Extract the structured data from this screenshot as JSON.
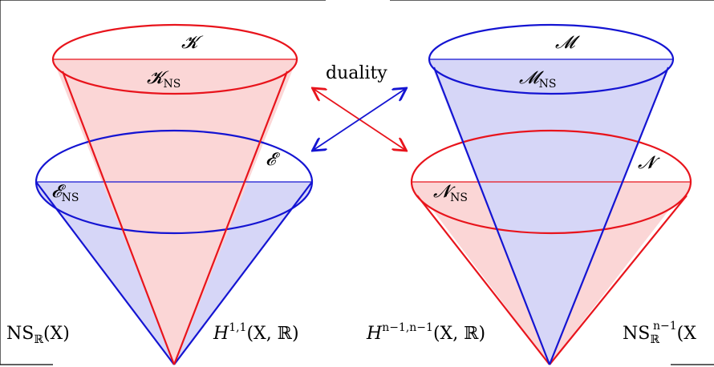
{
  "diagram": {
    "duality_label": "duality",
    "left": {
      "outer_cone_label": "𝓔",
      "outer_cone_sub_label_main": "𝓔",
      "outer_cone_sub_label_sub": "NS",
      "inner_cone_label": "𝓚",
      "inner_cone_sub_label_main": "𝓚",
      "inner_cone_sub_label_sub": "NS",
      "space_left_main": "NS",
      "space_left_sub": "ℝ",
      "space_left_tail": "(X)",
      "space_right_main": "H",
      "space_right_sup": "1,1",
      "space_right_tail": "(X, ℝ)"
    },
    "right": {
      "outer_cone_label": "𝓝",
      "outer_cone_sub_label_main": "𝓝",
      "outer_cone_sub_label_sub": "NS",
      "inner_cone_label": "𝓜",
      "inner_cone_sub_label_main": "𝓜",
      "inner_cone_sub_label_sub": "NS",
      "space_left_main": "H",
      "space_left_sup": "n−1,n−1",
      "space_left_tail": "(X, ℝ)",
      "space_right_main": "NS",
      "space_right_sub": "ℝ",
      "space_right_sup": "n−1",
      "space_right_tail": "(X"
    },
    "colors": {
      "red": "#e8141c",
      "blue": "#1414d2",
      "red_fill": "#fbd6d6",
      "blue_fill": "#d6d6f7"
    }
  }
}
